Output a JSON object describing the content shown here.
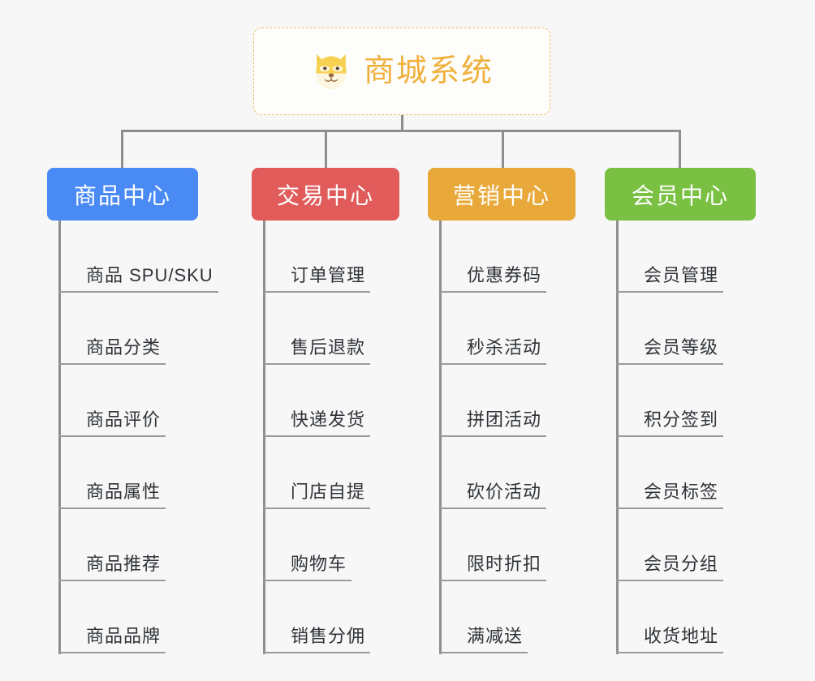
{
  "root": {
    "title": "商城系统",
    "logo_icon": "shiba-dog-face-icon",
    "border_color": "#edc06a",
    "text_color": "#f0b03c"
  },
  "theme": {
    "background": "#f7f7f7",
    "connector_color": "#8e8e8e",
    "leaf_text_color": "#2f3338",
    "leaf_rule_color": "#9a9a9a"
  },
  "columns": [
    {
      "title": "商品中心",
      "color": "#4a8af4",
      "items": [
        "商品 SPU/SKU",
        "商品分类",
        "商品评价",
        "商品属性",
        "商品推荐",
        "商品品牌"
      ]
    },
    {
      "title": "交易中心",
      "color": "#e15b5b",
      "items": [
        "订单管理",
        "售后退款",
        "快递发货",
        "门店自提",
        "购物车",
        "销售分佣"
      ]
    },
    {
      "title": "营销中心",
      "color": "#e8a93a",
      "items": [
        "优惠券码",
        "秒杀活动",
        "拼团活动",
        "砍价活动",
        "限时折扣",
        "满减送"
      ]
    },
    {
      "title": "会员中心",
      "color": "#7ac143",
      "items": [
        "会员管理",
        "会员等级",
        "积分签到",
        "会员标签",
        "会员分组",
        "收货地址"
      ]
    }
  ]
}
